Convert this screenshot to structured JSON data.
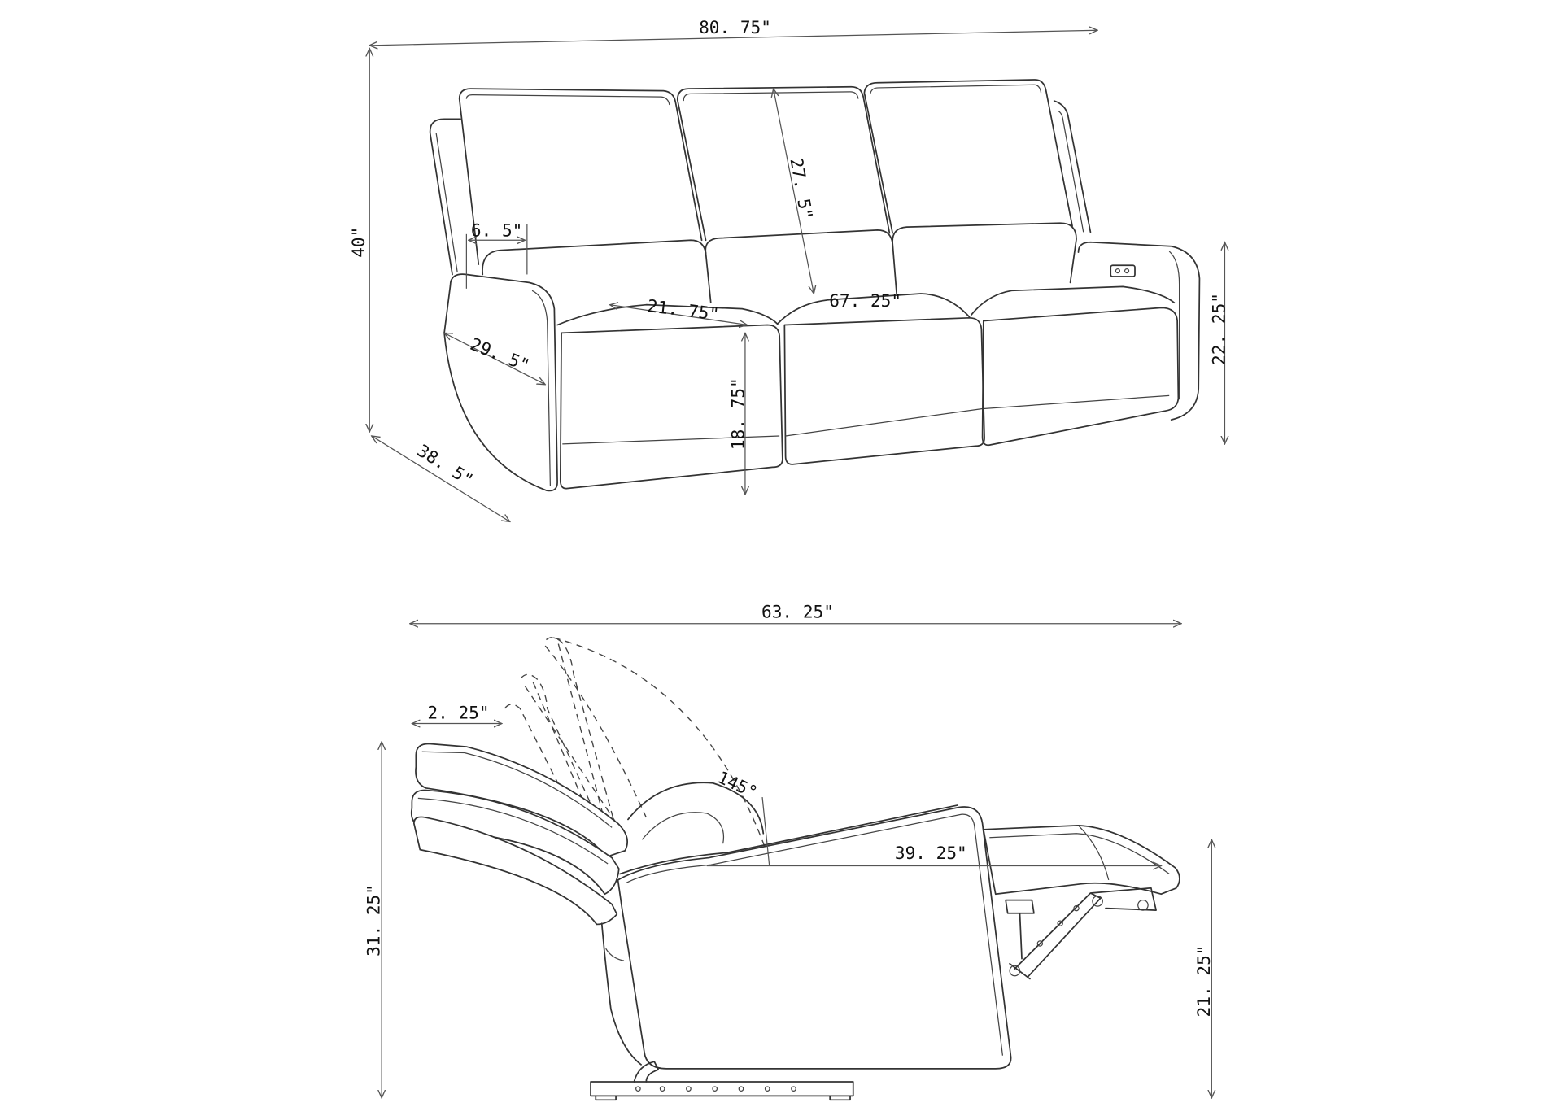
{
  "front_view": {
    "dims": {
      "overall_width": "80. 75\"",
      "overall_height": "40\"",
      "overall_depth": "38. 5\"",
      "arm_width": "6. 5\"",
      "back_height": "27. 5\"",
      "seat_width": "21. 75\"",
      "seating_width": "67. 25\"",
      "arm_depth": "29. 5\"",
      "seat_height": "18. 75\"",
      "arm_height": "22. 25\""
    }
  },
  "side_view": {
    "dims": {
      "reclined_length": "63. 25\"",
      "wall_clearance": "2. 25\"",
      "recline_angle": "145°",
      "footrest_extension": "39. 25\"",
      "reclined_height": "31. 25\"",
      "footrest_height": "21. 25\""
    }
  },
  "colors": {
    "line": "#333333",
    "background": "#ffffff"
  }
}
